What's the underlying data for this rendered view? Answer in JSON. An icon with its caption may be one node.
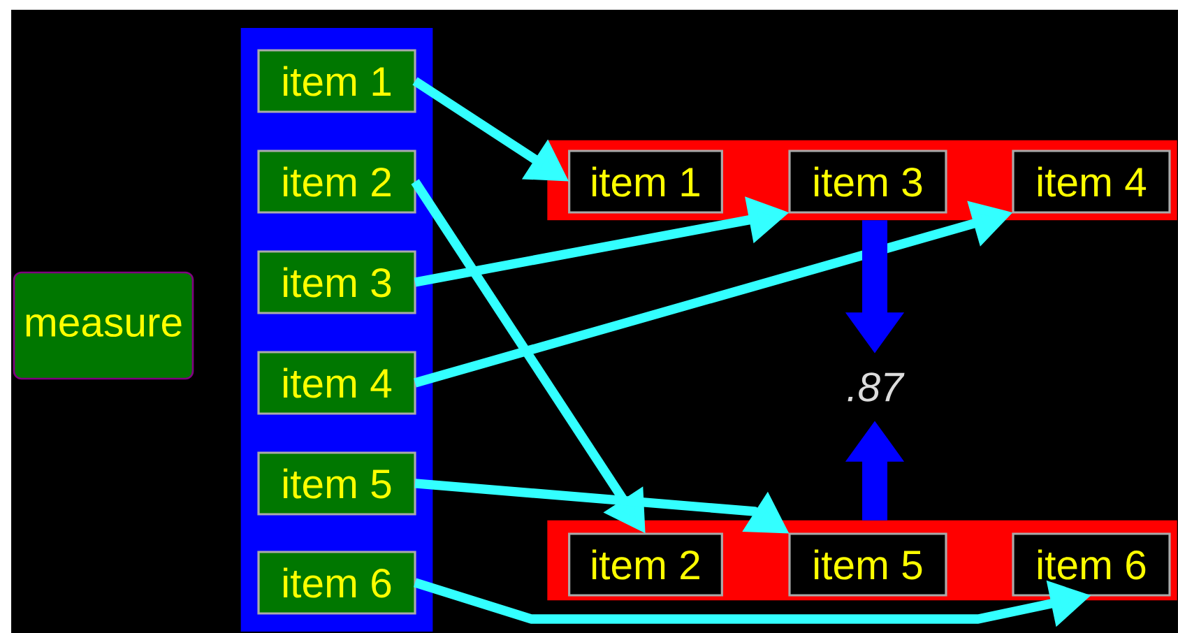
{
  "diagram": {
    "nodes": [
      {
        "text": [
          "measure"
        ]
      },
      {
        "text": [],
        "shape": "bar"
      },
      {
        "text": [
          "item 1"
        ],
        "in": 1
      },
      {
        "text": [
          "item 2"
        ],
        "in": 1
      },
      {
        "text": [
          "item 3"
        ],
        "in": 1
      },
      {
        "text": [
          "item 4"
        ],
        "in": 1
      },
      {
        "text": [
          "item 5"
        ],
        "in": 1
      },
      {
        "text": [
          "item 6"
        ],
        "in": 1
      },
      {
        "text": [],
        "shape": "bar"
      },
      {
        "text": [
          "item 1"
        ],
        "in": 8
      },
      {
        "text": [
          "item 3"
        ],
        "in": 8
      },
      {
        "text": [
          "item 4"
        ],
        "in": 8
      },
      {
        "text": [],
        "shape": "bar"
      },
      {
        "text": [
          "item 2"
        ],
        "in": 12
      },
      {
        "text": [
          "item 5"
        ],
        "in": 12
      },
      {
        "text": [
          "item 6"
        ],
        "in": 12
      },
      {
        "text": [
          ".87"
        ]
      }
    ],
    "edges": [
      {
        "from": 2,
        "to": 9,
        "arrow": "to"
      },
      {
        "from": 3,
        "to": 13,
        "arrow": "to"
      },
      {
        "from": 4,
        "to": 10,
        "arrow": "to"
      },
      {
        "from": 5,
        "to": 11,
        "arrow": "to"
      },
      {
        "from": 6,
        "to": 14,
        "arrow": "to"
      },
      {
        "from": 7,
        "to": 15,
        "arrow": "to"
      },
      {
        "from": 8,
        "to": 16,
        "arrow": "to",
        "style": "thick",
        "color": "#0000ff"
      },
      {
        "from": 12,
        "to": 16,
        "arrow": "to",
        "style": "thick",
        "color": "#0000ff"
      }
    ]
  }
}
